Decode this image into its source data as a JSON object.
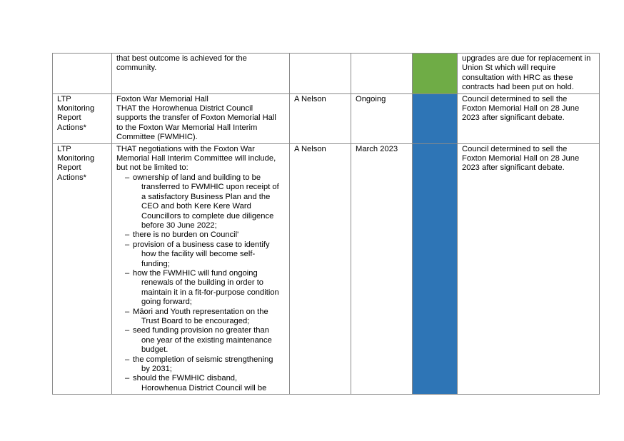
{
  "colors": {
    "green": "#6fac46",
    "blue": "#2e75b6"
  },
  "rows": [
    {
      "category": [],
      "action": [
        "that best outcome is achieved for the",
        "community."
      ],
      "owner": "",
      "timeframe": "",
      "status_color": "green",
      "comment": [
        "upgrades are due for replacement in",
        "Union St which will require",
        "consultation with HRC as these",
        "contracts had been put on hold."
      ]
    },
    {
      "category": [
        "LTP",
        "Monitoring",
        "Report",
        "Actions*"
      ],
      "action": [
        "Foxton War Memorial Hall",
        "THAT the Horowhenua District Council",
        "supports the transfer of Foxton Memorial Hall",
        "to the Foxton War Memorial Hall Interim",
        "Committee (FWMHIC)."
      ],
      "owner": "A Nelson",
      "timeframe": "Ongoing",
      "status_color": "blue",
      "comment": [
        "Council determined to sell the",
        "Foxton Memorial Hall on 28 June",
        "2023 after significant debate."
      ]
    },
    {
      "category": [
        "LTP",
        "Monitoring",
        "Report",
        "Actions*"
      ],
      "action": [
        "THAT negotiations with the Foxton War",
        "Memorial Hall Interim Committee will include,",
        "but not be limited to:"
      ],
      "bullets": [
        [
          "ownership of land and building to be",
          "transferred to FWMHIC upon receipt of",
          "a satisfactory Business Plan and the",
          "CEO and both Kere Kere Ward",
          "Councillors to complete due diligence",
          "before 30 June 2022;"
        ],
        [
          "there is no burden on Council'"
        ],
        [
          "provision of a business case to identify",
          "how the facility will become self-",
          "funding;"
        ],
        [
          "how the FWMHIC will fund ongoing",
          "renewals of the building in order to",
          "maintain it in a fit-for-purpose condition",
          "going forward;"
        ],
        [
          "Māori and Youth representation on the",
          "Trust Board to be encouraged;"
        ],
        [
          "seed funding provision no greater than",
          "one year of the existing maintenance",
          "budget."
        ],
        [
          "the completion of seismic strengthening",
          "by 2031;"
        ],
        [
          "should the FWMHIC disband,",
          "Horowhenua District Council will be"
        ]
      ],
      "owner": "A Nelson",
      "timeframe": "March 2023",
      "status_color": "blue",
      "comment": [
        "Council determined to sell the",
        "Foxton Memorial Hall on 28 June",
        "2023 after significant debate."
      ]
    }
  ]
}
